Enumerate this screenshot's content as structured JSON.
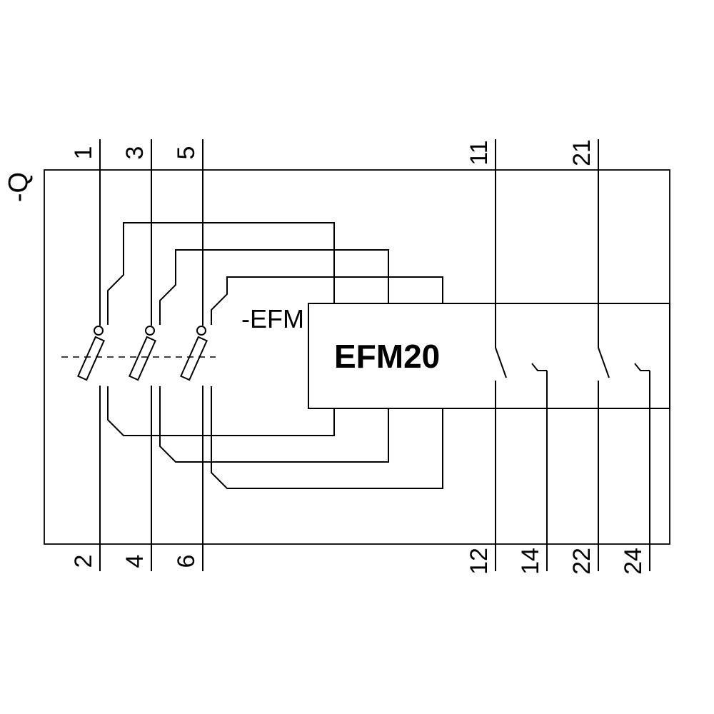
{
  "diagram": {
    "device_label": "-Q",
    "efm_label": "-EFM",
    "efm_box_label": "EFM20",
    "top_terminals": [
      "1",
      "3",
      "5",
      "11",
      "21"
    ],
    "bottom_terminals": [
      "2",
      "4",
      "6",
      "12",
      "14",
      "22",
      "24"
    ],
    "colors": {
      "line": "#000000",
      "background": "#ffffff",
      "text": "#000000"
    }
  }
}
